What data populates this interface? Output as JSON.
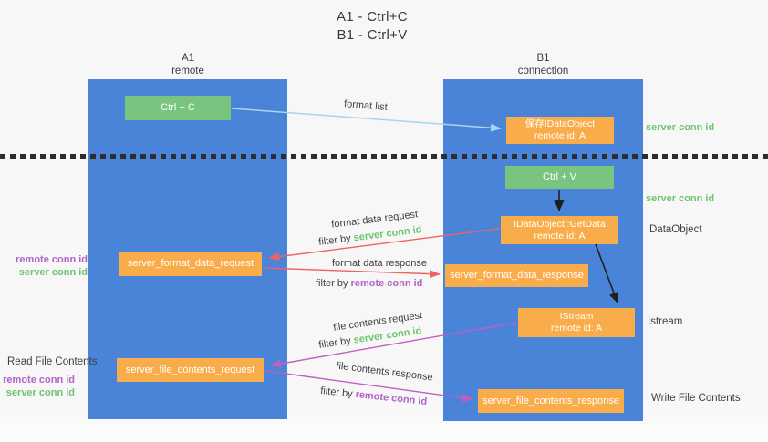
{
  "title": {
    "line1": "A1 - Ctrl+C",
    "line2": "B1 - Ctrl+V"
  },
  "columns": {
    "left": {
      "name": "A1",
      "subtitle": "remote"
    },
    "right": {
      "name": "B1",
      "subtitle": "connection"
    }
  },
  "nodes": {
    "ctrl_c": {
      "label": "Ctrl + C"
    },
    "save_idataobject": {
      "line1": "保存IDataObject",
      "line2": "remote id: A"
    },
    "ctrl_v": {
      "label": "Ctrl + V"
    },
    "getdata": {
      "line1": "IDataObject::GetData",
      "line2": "remote id: A"
    },
    "format_request": {
      "label": "server_format_data_request"
    },
    "format_response": {
      "label": "server_format_data_response"
    },
    "istream": {
      "line1": "IStream",
      "line2": "remote id: A"
    },
    "file_request": {
      "label": "server_file_contents_request"
    },
    "file_response": {
      "label": "server_file_contents_response"
    }
  },
  "right_labels": {
    "server_conn_id_top": "server conn id",
    "server_conn_id_mid": "server conn id",
    "dataobject": "DataObject",
    "istream": "Istream",
    "write_file_contents": "Write File Contents"
  },
  "left_labels": {
    "block1": {
      "remote_conn_id": "remote conn id",
      "server_conn_id": "server conn id"
    },
    "read_file_contents": "Read File Contents",
    "block2": {
      "remote_conn_id": "remote conn id",
      "server_conn_id": "server conn id"
    }
  },
  "flow_labels": {
    "format_list": "format list",
    "format_data_request": "format data request",
    "format_data_response": "format data response",
    "file_contents_request": "file contents request",
    "file_contents_response": "file contents response",
    "filter_by": "filter by",
    "server_conn_id": "server conn id",
    "remote_conn_id": "remote conn id"
  },
  "colors": {
    "column_blue": "#4a84d9",
    "node_green": "#79c47e",
    "node_orange": "#f9ad4a",
    "text_green": "#6dc46f",
    "text_purple": "#b163c7",
    "arrow_red": "#ee6360",
    "arrow_magenta": "#c05ec2",
    "arrow_blue": "#a9d5f0",
    "arrow_black": "#1f1f1f"
  }
}
